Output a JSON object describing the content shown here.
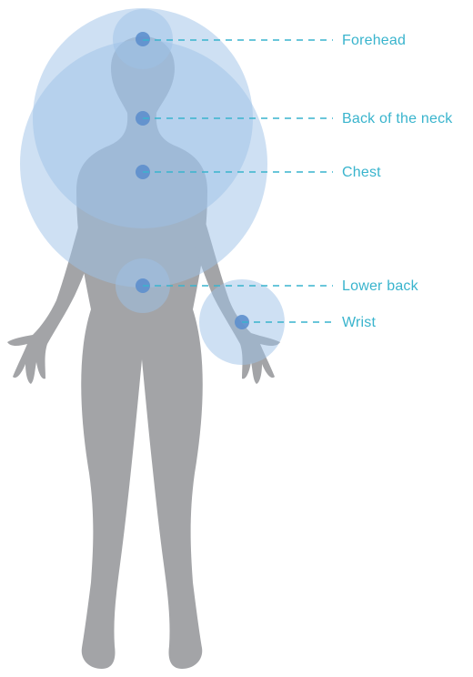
{
  "colors": {
    "body_silhouette": "#a3a4a7",
    "zone_fill": "#9dc2e8",
    "point_marker": "#5d8fcd",
    "leader_line": "#39b4cd",
    "label_text": "#39b4cd",
    "background": "#ffffff"
  },
  "measurement_points": [
    {
      "id": "forehead",
      "label": "Forehead"
    },
    {
      "id": "back-of-neck",
      "label": "Back of the neck"
    },
    {
      "id": "chest",
      "label": "Chest"
    },
    {
      "id": "lower-back",
      "label": "Lower back"
    },
    {
      "id": "wrist",
      "label": "Wrist"
    }
  ]
}
